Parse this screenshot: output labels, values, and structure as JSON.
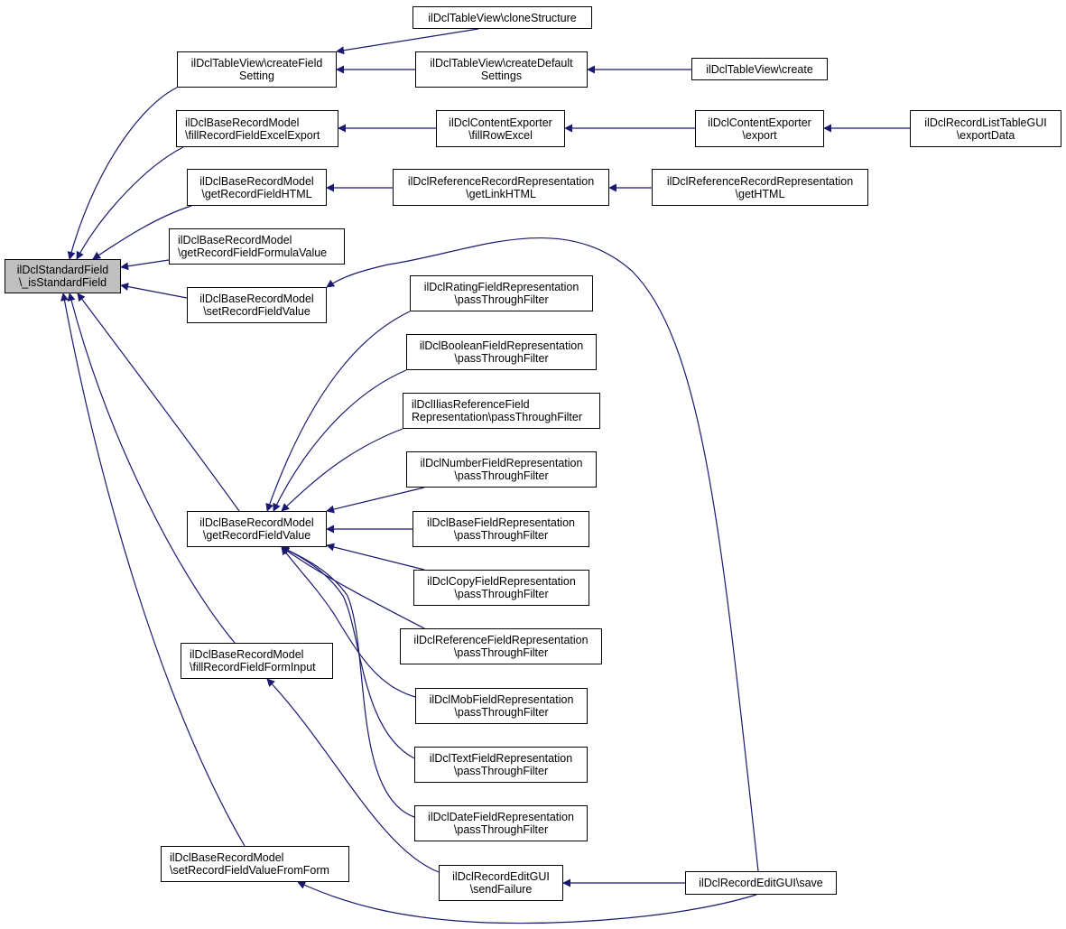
{
  "diagram": {
    "type": "doxygen-caller-graph",
    "edge_color": "#191970",
    "root_fill": "#bfbfbf",
    "nodes": [
      {
        "id": "root",
        "lines": [
          "ilDclStandardField",
          "\\_isStandardField"
        ],
        "root": true
      },
      {
        "id": "createFieldSetting",
        "lines": [
          "ilDclTableView\\createField",
          "Setting"
        ]
      },
      {
        "id": "fillRecordFieldExcelExport",
        "lines": [
          "ilDclBaseRecordModel",
          "\\fillRecordFieldExcelExport"
        ]
      },
      {
        "id": "getRecordFieldHTML",
        "lines": [
          "ilDclBaseRecordModel",
          "\\getRecordFieldHTML"
        ]
      },
      {
        "id": "getRecordFieldFormulaValue",
        "lines": [
          "ilDclBaseRecordModel",
          "\\getRecordFieldFormulaValue"
        ]
      },
      {
        "id": "setRecordFieldValue",
        "lines": [
          "ilDclBaseRecordModel",
          "\\setRecordFieldValue"
        ]
      },
      {
        "id": "getRecordFieldValue",
        "lines": [
          "ilDclBaseRecordModel",
          "\\getRecordFieldValue"
        ]
      },
      {
        "id": "fillRecordFieldFormInput",
        "lines": [
          "ilDclBaseRecordModel",
          "\\fillRecordFieldFormInput"
        ]
      },
      {
        "id": "setRecordFieldValueFromForm",
        "lines": [
          "ilDclBaseRecordModel",
          "\\setRecordFieldValueFromForm"
        ]
      },
      {
        "id": "cloneStructure",
        "lines": [
          "ilDclTableView\\cloneStructure"
        ]
      },
      {
        "id": "createDefaultSettings",
        "lines": [
          "ilDclTableView\\createDefault",
          "Settings"
        ]
      },
      {
        "id": "tableViewCreate",
        "lines": [
          "ilDclTableView\\create"
        ]
      },
      {
        "id": "fillRowExcel",
        "lines": [
          "ilDclContentExporter",
          "\\fillRowExcel"
        ]
      },
      {
        "id": "exporterExport",
        "lines": [
          "ilDclContentExporter",
          "\\export"
        ]
      },
      {
        "id": "exportData",
        "lines": [
          "ilDclRecordListTableGUI",
          "\\exportData"
        ]
      },
      {
        "id": "getLinkHTML",
        "lines": [
          "ilDclReferenceRecordRepresentation",
          "\\getLinkHTML"
        ]
      },
      {
        "id": "getHTML",
        "lines": [
          "ilDclReferenceRecordRepresentation",
          "\\getHTML"
        ]
      },
      {
        "id": "ratingFilter",
        "lines": [
          "ilDclRatingFieldRepresentation",
          "\\passThroughFilter"
        ]
      },
      {
        "id": "booleanFilter",
        "lines": [
          "ilDclBooleanFieldRepresentation",
          "\\passThroughFilter"
        ]
      },
      {
        "id": "iliasRefFilter",
        "lines": [
          "ilDclIliasReferenceField",
          "Representation\\passThroughFilter"
        ]
      },
      {
        "id": "numberFilter",
        "lines": [
          "ilDclNumberFieldRepresentation",
          "\\passThroughFilter"
        ]
      },
      {
        "id": "baseFilter",
        "lines": [
          "ilDclBaseFieldRepresentation",
          "\\passThroughFilter"
        ]
      },
      {
        "id": "copyFilter",
        "lines": [
          "ilDclCopyFieldRepresentation",
          "\\passThroughFilter"
        ]
      },
      {
        "id": "referenceFilter",
        "lines": [
          "ilDclReferenceFieldRepresentation",
          "\\passThroughFilter"
        ]
      },
      {
        "id": "mobFilter",
        "lines": [
          "ilDclMobFieldRepresentation",
          "\\passThroughFilter"
        ]
      },
      {
        "id": "textFilter",
        "lines": [
          "ilDclTextFieldRepresentation",
          "\\passThroughFilter"
        ]
      },
      {
        "id": "dateFilter",
        "lines": [
          "ilDclDateFieldRepresentation",
          "\\passThroughFilter"
        ]
      },
      {
        "id": "sendFailure",
        "lines": [
          "ilDclRecordEditGUI",
          "\\sendFailure"
        ]
      },
      {
        "id": "save",
        "lines": [
          "ilDclRecordEditGUI\\save"
        ]
      }
    ],
    "edges": [
      {
        "from": "createFieldSetting",
        "to": "root"
      },
      {
        "from": "fillRecordFieldExcelExport",
        "to": "root"
      },
      {
        "from": "getRecordFieldHTML",
        "to": "root"
      },
      {
        "from": "getRecordFieldFormulaValue",
        "to": "root"
      },
      {
        "from": "setRecordFieldValue",
        "to": "root"
      },
      {
        "from": "getRecordFieldValue",
        "to": "root"
      },
      {
        "from": "fillRecordFieldFormInput",
        "to": "root"
      },
      {
        "from": "setRecordFieldValueFromForm",
        "to": "root"
      },
      {
        "from": "cloneStructure",
        "to": "createFieldSetting"
      },
      {
        "from": "createDefaultSettings",
        "to": "createFieldSetting"
      },
      {
        "from": "tableViewCreate",
        "to": "createDefaultSettings"
      },
      {
        "from": "fillRowExcel",
        "to": "fillRecordFieldExcelExport"
      },
      {
        "from": "exporterExport",
        "to": "fillRowExcel"
      },
      {
        "from": "exportData",
        "to": "exporterExport"
      },
      {
        "from": "getLinkHTML",
        "to": "getRecordFieldHTML"
      },
      {
        "from": "getHTML",
        "to": "getLinkHTML"
      },
      {
        "from": "save",
        "to": "setRecordFieldValue"
      },
      {
        "from": "ratingFilter",
        "to": "getRecordFieldValue"
      },
      {
        "from": "booleanFilter",
        "to": "getRecordFieldValue"
      },
      {
        "from": "iliasRefFilter",
        "to": "getRecordFieldValue"
      },
      {
        "from": "numberFilter",
        "to": "getRecordFieldValue"
      },
      {
        "from": "baseFilter",
        "to": "getRecordFieldValue"
      },
      {
        "from": "copyFilter",
        "to": "getRecordFieldValue"
      },
      {
        "from": "referenceFilter",
        "to": "getRecordFieldValue"
      },
      {
        "from": "mobFilter",
        "to": "getRecordFieldValue"
      },
      {
        "from": "textFilter",
        "to": "getRecordFieldValue"
      },
      {
        "from": "dateFilter",
        "to": "getRecordFieldValue"
      },
      {
        "from": "sendFailure",
        "to": "fillRecordFieldFormInput"
      },
      {
        "from": "save",
        "to": "sendFailure"
      },
      {
        "from": "save",
        "to": "setRecordFieldValueFromForm"
      }
    ]
  }
}
